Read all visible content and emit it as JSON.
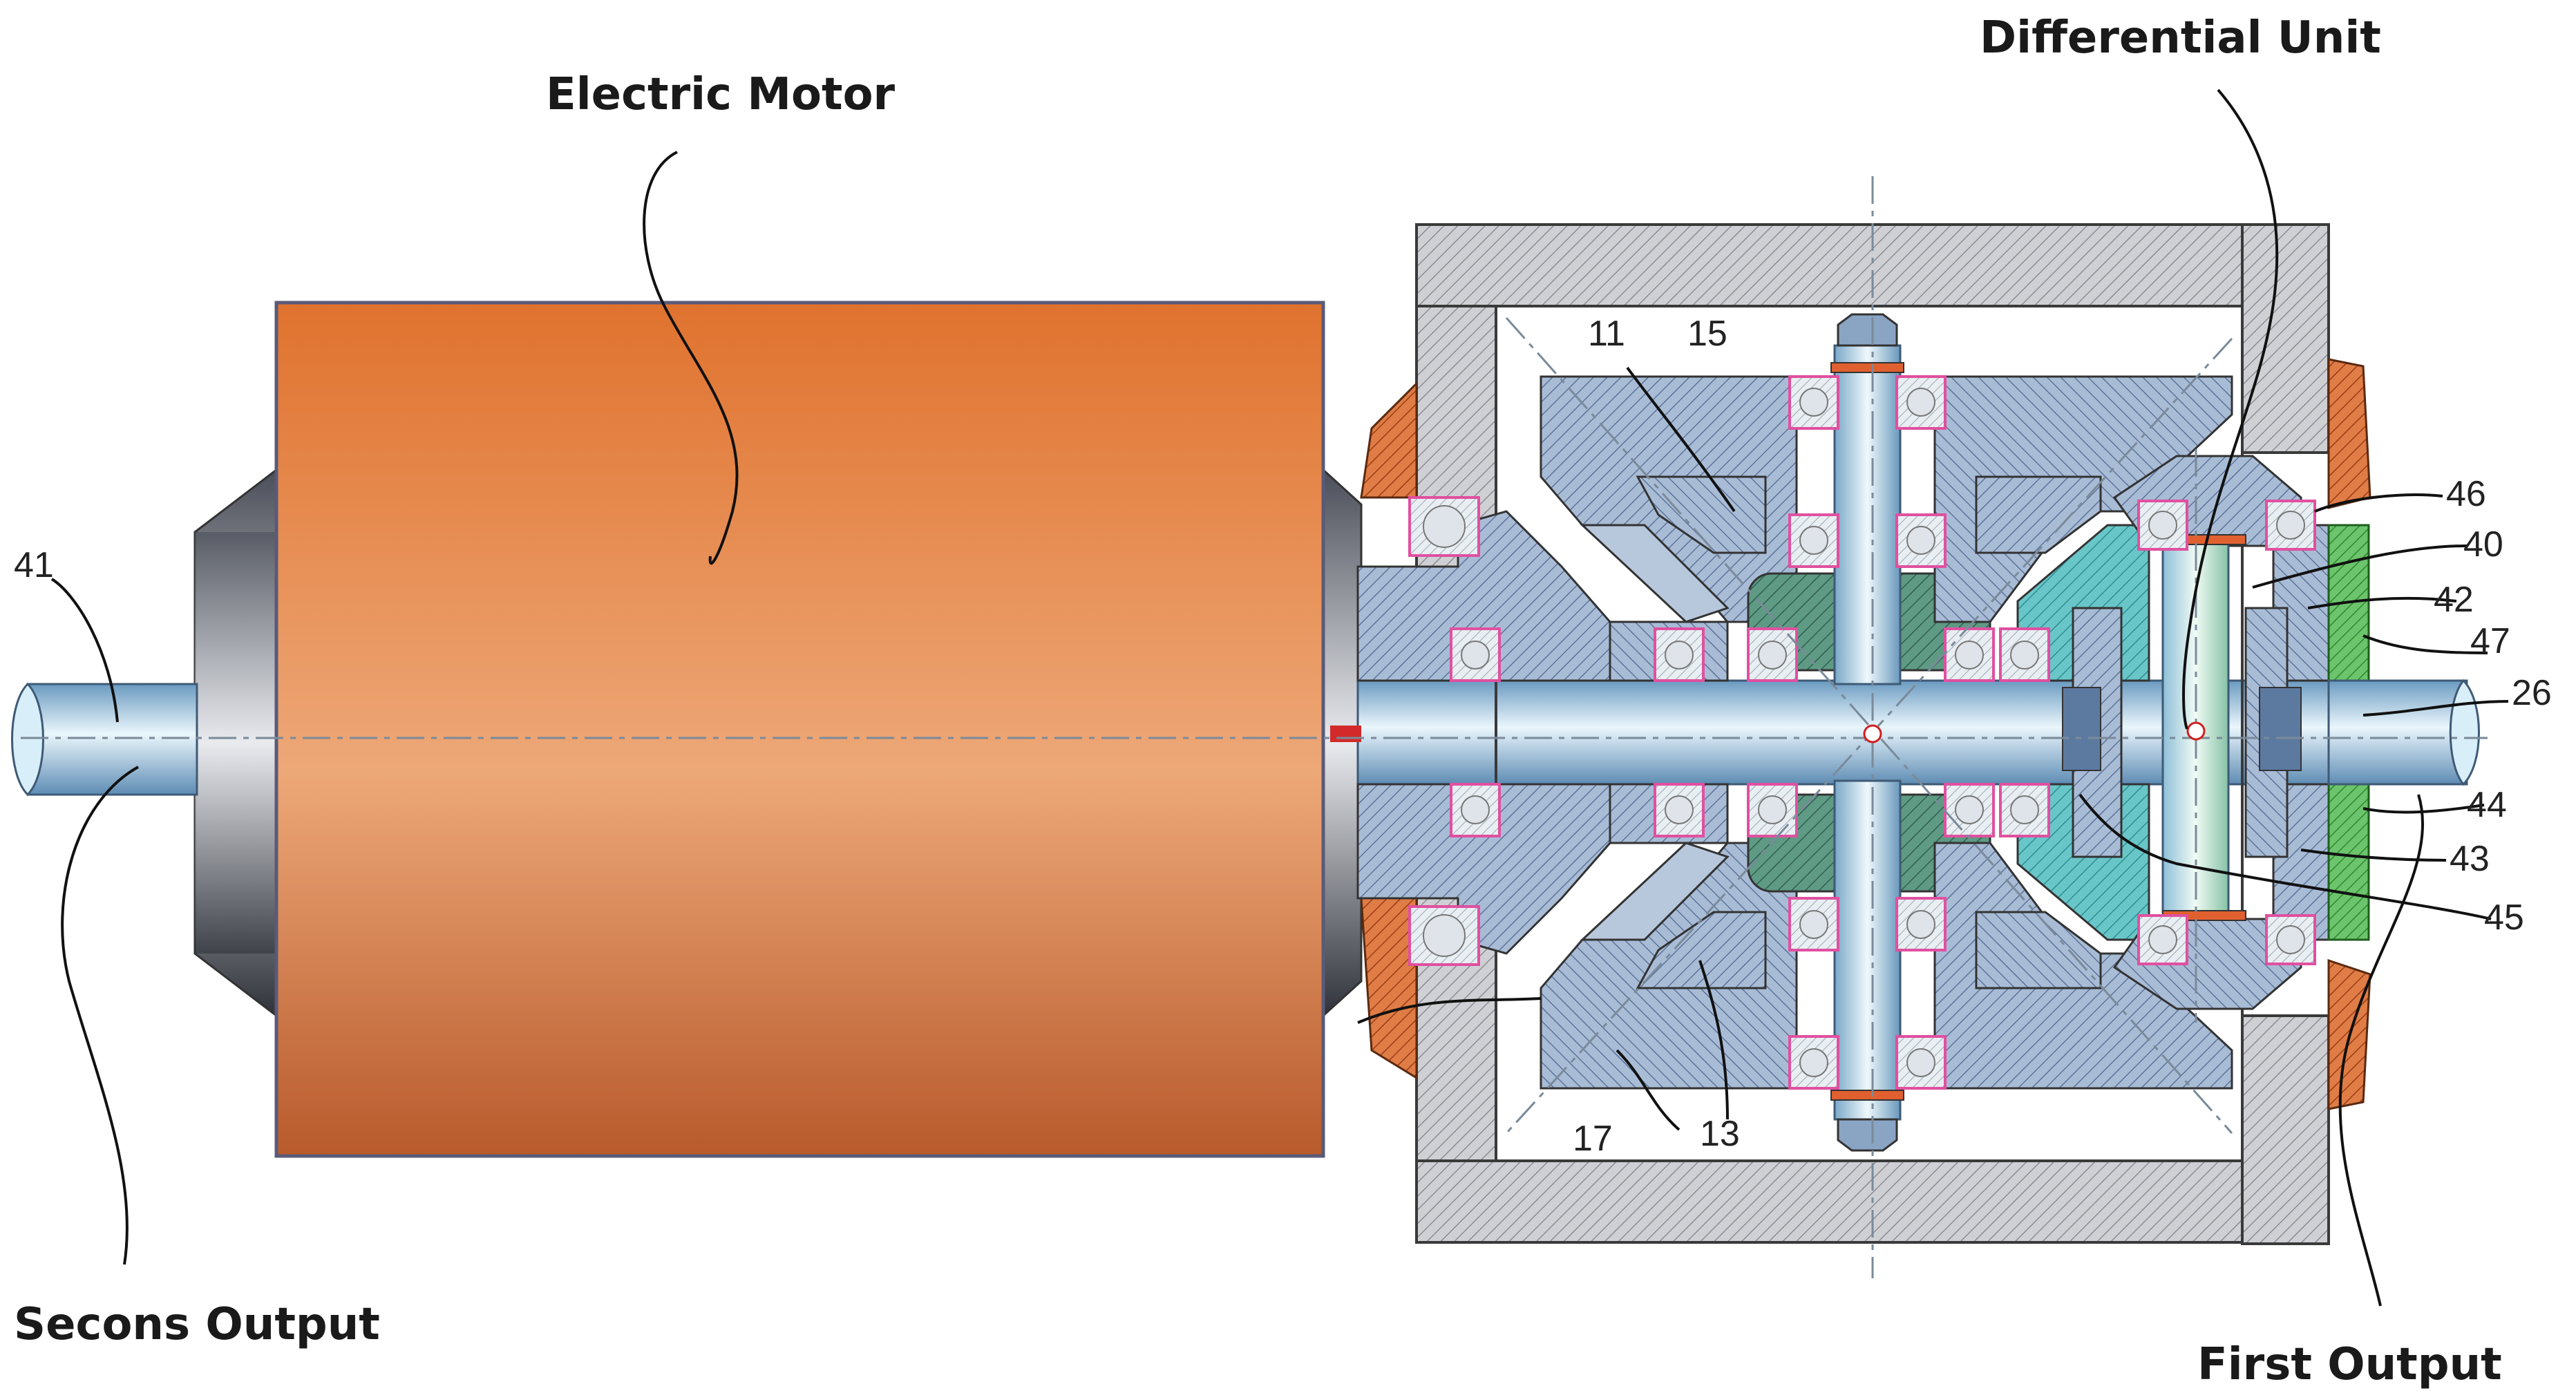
{
  "labels": {
    "electric_motor": "Electric Motor",
    "differential_unit": "Differential Unit",
    "second_output": "Secons Output",
    "first_output": "First Output"
  },
  "part_numbers": {
    "n41": "41",
    "n11": "11",
    "n15": "15",
    "n17": "17",
    "n13": "13",
    "n46": "46",
    "n40": "40",
    "n42": "42",
    "n47": "47",
    "n26": "26",
    "n44": "44",
    "n43": "43",
    "n45": "45"
  },
  "colors": {
    "motor_orange": "#e07a3a",
    "housing_gray": "#c8c8cc",
    "gear_blue": "#8fa6c4",
    "carrier_teal": "#5fc0c0",
    "planet_green": "#5f9a84",
    "seal_orange": "#d9703a",
    "bearing_pink": "#e050a0",
    "shaft_light": "#c8e4f4"
  }
}
